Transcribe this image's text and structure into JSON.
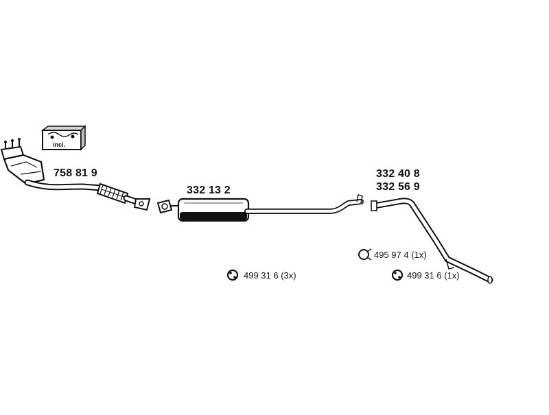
{
  "diagram": {
    "kit_box": {
      "label": "incl."
    },
    "parts": {
      "front_pipe": "758 81 9",
      "middle_silencer": "332 13 2",
      "rear_pipe_a": "332 40 8",
      "rear_pipe_b": "332 56 9"
    },
    "accessories": {
      "clamp": "495 97 4 (1x)",
      "rubber_mount_middle": "499 31 6 (3x)",
      "rubber_mount_rear": "499 31 6 (1x)"
    }
  }
}
